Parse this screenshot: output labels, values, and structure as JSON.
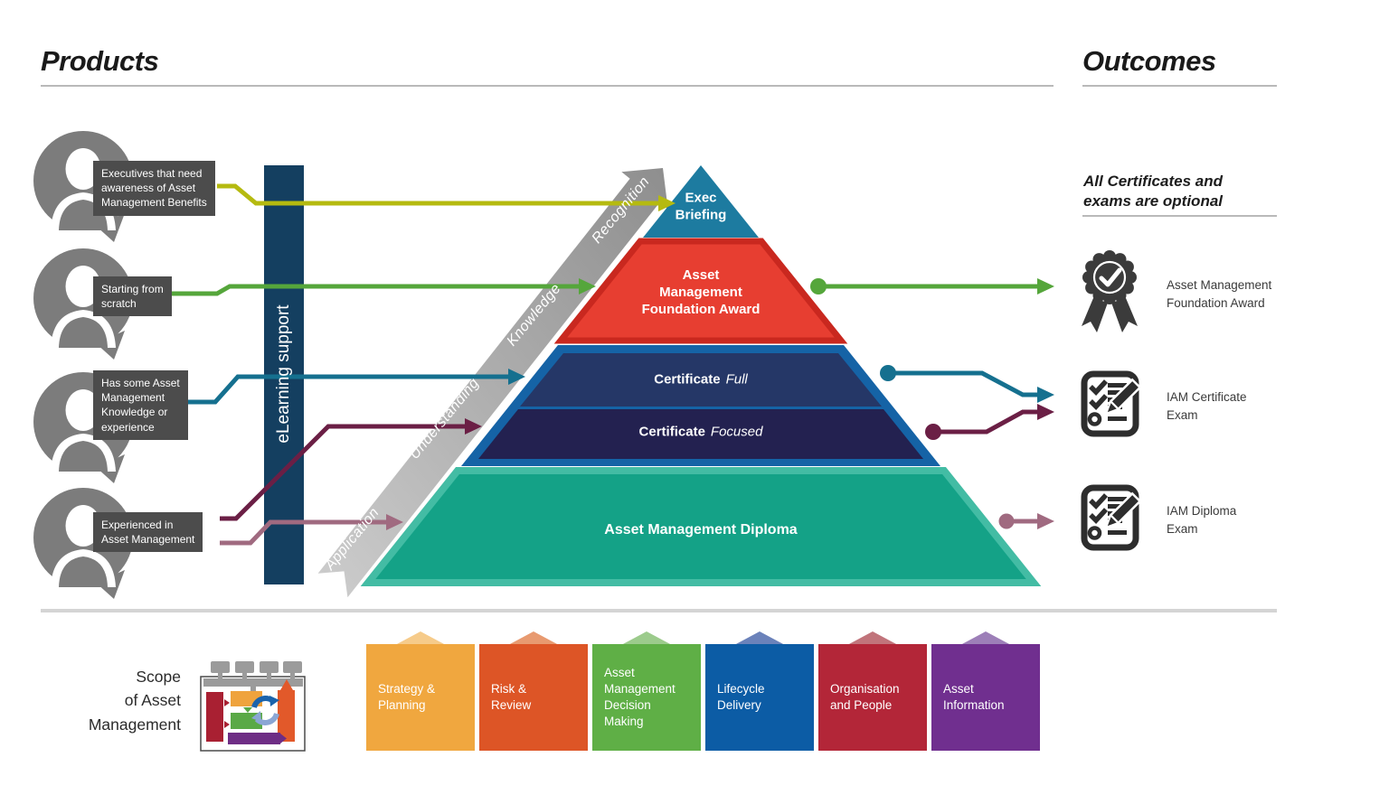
{
  "header": {
    "products_title": "Products",
    "outcomes_title": "Outcomes"
  },
  "personas": [
    {
      "label": "Executives that need\nawareness of Asset\nManagement Benefits"
    },
    {
      "label": "Starting from\nscratch"
    },
    {
      "label": "Has some Asset\nManagement\nKnowledge or\nexperience"
    },
    {
      "label": "Experienced in\nAsset Management"
    }
  ],
  "elearning_bar": {
    "label": "eLearning support",
    "color": "#143f60"
  },
  "progression_arrow": {
    "labels": [
      "Application",
      "Understanding",
      "Knowledge",
      "Recognition"
    ]
  },
  "pyramid": {
    "levels": [
      {
        "label": "Exec\nBriefing",
        "color": "#1d7ba0"
      },
      {
        "label": "Asset\nManagement\nFoundation Award",
        "color": "#e73e31",
        "border": "#c9281f"
      },
      {
        "label_prefix": "Certificate",
        "label_suffix": "Full",
        "color": "#253767",
        "border": "#1563a6"
      },
      {
        "label_prefix": "Certificate",
        "label_suffix": "Focused",
        "color": "#232150",
        "border": "#1563a6"
      },
      {
        "label": "Asset Management Diploma",
        "color": "#14a287",
        "border": "#43bca4"
      }
    ]
  },
  "connector_colors": {
    "exec_briefing": "#b5ba10",
    "foundation_award": "#55a63b",
    "certificate_full": "#15708f",
    "certificate_focused": "#6b1f45",
    "diploma": "#a06a80"
  },
  "outcomes": {
    "note": "All Certificates and\nexams are optional",
    "items": [
      {
        "icon": "rosette-medal-icon",
        "label": "Asset Management\nFoundation Award"
      },
      {
        "icon": "exam-checklist-icon",
        "label": "IAM Certificate\nExam"
      },
      {
        "icon": "exam-checklist-icon",
        "label": "IAM Diploma\nExam"
      }
    ]
  },
  "scope": {
    "label": "Scope\nof Asset\nManagement",
    "icon": "asset-management-model-icon",
    "blocks": [
      {
        "label": "Strategy &\nPlanning",
        "color": "#f0a73f",
        "roof": "#f6cb8a"
      },
      {
        "label": "Risk &\nReview",
        "color": "#dd5526",
        "roof": "#e89a70"
      },
      {
        "label": "Asset\nManagement\nDecision\nMaking",
        "color": "#5faf46",
        "roof": "#9ccb8c"
      },
      {
        "label": "Lifecycle\nDelivery",
        "color": "#0c5ca5",
        "roof": "#6b82ba"
      },
      {
        "label": "Organisation\nand People",
        "color": "#b32638",
        "roof": "#c1747b"
      },
      {
        "label": "Asset\nInformation",
        "color": "#702f8f",
        "roof": "#9d7fb8"
      }
    ]
  }
}
